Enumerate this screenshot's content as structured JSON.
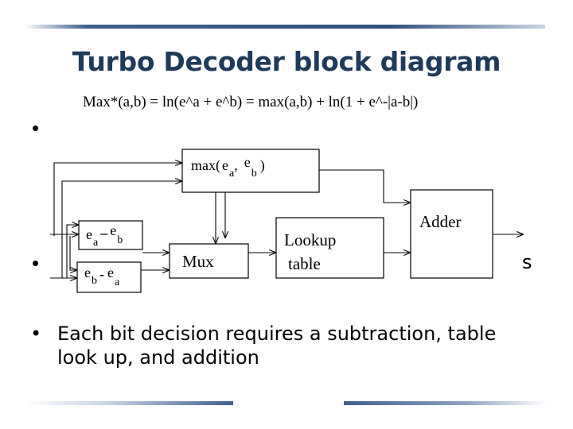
{
  "slide": {
    "title": "Turbo Decoder block diagram",
    "formula": "Max*(a,b) = ln(e^a + e^b) = max(a,b) + ln(1 + e^-|a-b|)",
    "bullet_char": "•",
    "partial_text_fragment": "s",
    "bullet_3": "Each bit decision requires a subtraction, table look up, and addition"
  },
  "diagram": {
    "max_block": {
      "prefix": "max(",
      "e1": "e",
      "s1": "a",
      "sep": ",",
      "e2": "e",
      "s2": "b",
      "suffix": ")"
    },
    "sub_top": {
      "e1": "e",
      "s1": "a",
      "op": "–",
      "e2": "e",
      "s2": "b"
    },
    "sub_bottom": {
      "e1": "e",
      "s1": "b",
      "op": "-",
      "e2": "e",
      "s2": "a"
    },
    "mux_label": "Mux",
    "lookup_label_1": "Lookup",
    "lookup_label_2": "table",
    "adder_label": "Adder"
  }
}
